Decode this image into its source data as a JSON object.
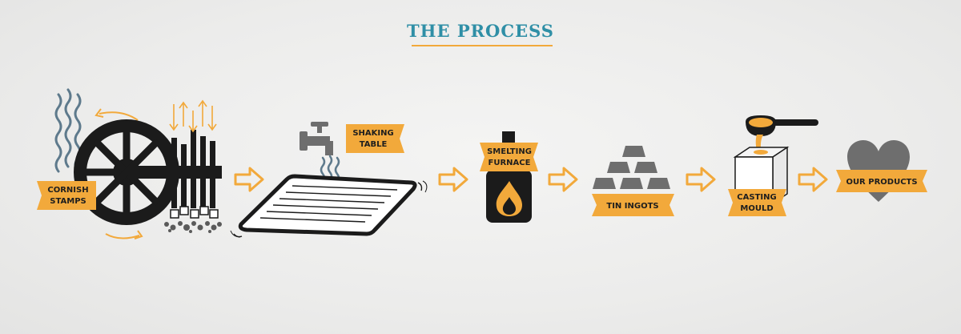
{
  "title": "THE PROCESS",
  "colors": {
    "title": "#2f8fa6",
    "accent": "#f2a93b",
    "dark": "#1b1b1b",
    "grey": "#6e6e6e",
    "steam": "#5e7a8c"
  },
  "steps": [
    {
      "id": "cornish-stamps",
      "label_lines": [
        "CORNISH",
        "STAMPS"
      ]
    },
    {
      "id": "shaking-table",
      "label_lines": [
        "SHAKING",
        "TABLE"
      ]
    },
    {
      "id": "smelting-furnace",
      "label_lines": [
        "SMELTING",
        "FURNACE"
      ]
    },
    {
      "id": "tin-ingots",
      "label_lines": [
        "TIN INGOTS"
      ]
    },
    {
      "id": "casting-mould",
      "label_lines": [
        "CASTING",
        "MOULD"
      ]
    },
    {
      "id": "our-products",
      "label_lines": [
        "OUR PRODUCTS"
      ]
    }
  ]
}
